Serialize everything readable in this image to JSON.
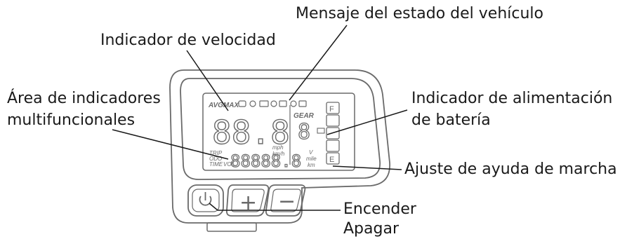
{
  "labels": {
    "status": "Mensaje del estado del vehículo",
    "speed": "Indicador de velocidad",
    "multi_line1": "Área de indicadores",
    "multi_line2": "multifuncionales",
    "battery_line1": "Indicador de alimentación",
    "battery_line2": "de batería",
    "walk_assist": "Ajuste de ayuda de marcha",
    "power_line1": "Encender",
    "power_line2": "Apagar"
  },
  "display": {
    "top_icons": "AVGMAX",
    "speed_digits": "88.8",
    "speed_units": [
      "mph",
      "km/h"
    ],
    "gear_label": "GEAR",
    "gear_digit": "8",
    "trip_labels": [
      "TRIP",
      "ODO",
      "TIME",
      "VOL"
    ],
    "bottom_digits": "88888.8",
    "bottom_units": [
      "V",
      "mile",
      "km"
    ],
    "battery_full": "F",
    "battery_empty": "E"
  },
  "buttons": {
    "power_icon": "power-icon",
    "plus": "+",
    "minus": "−"
  },
  "colors": {
    "outline": "#6a6a6a",
    "text": "#1a1a1a"
  }
}
